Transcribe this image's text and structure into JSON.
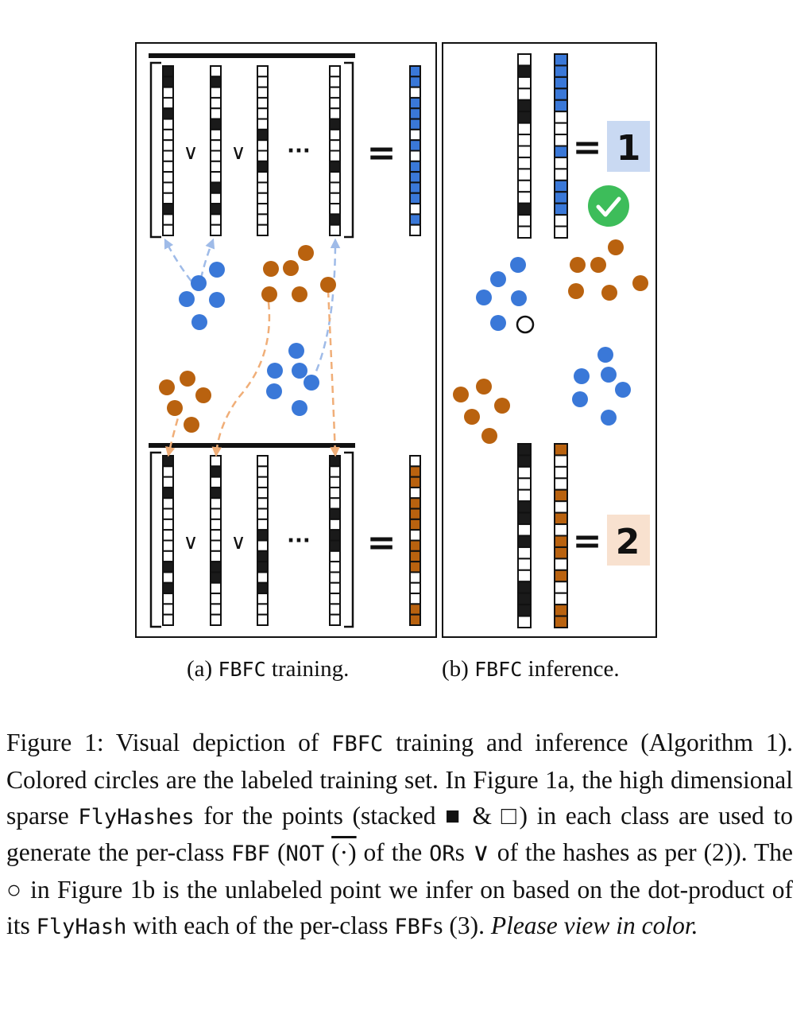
{
  "panel_a": {
    "caption_label": "(a)",
    "caption_code": "FBFC",
    "caption_text": "training.",
    "or_symbol": "∨",
    "ellipsis": "···",
    "equals": "=",
    "filter_fill": "#1a1a1a",
    "dot_class1_color": "#3a78d8",
    "dot_class2_color": "#b9620f",
    "class1_row_color": "#3a78d8",
    "class2_row_color": "#b9620f"
  },
  "panel_b": {
    "caption_label": "(b)",
    "caption_code": "FBFC",
    "caption_text": "inference.",
    "equals": "=",
    "score_class1": "1",
    "score_class2": "2",
    "score1_bg": "#c9d9f2",
    "score2_bg": "#f8e1cf",
    "check_color": "#3dbd5a",
    "check_icon": "check-circle-icon"
  },
  "caption": {
    "p1": "Figure 1: Visual depiction of ",
    "c1": "FBFC",
    "p2": " training and inference (Algorithm 1). Colored circles are the labeled training set. In Figure 1a, the high dimensional sparse ",
    "c2": "FlyHashes",
    "p3": " for the points (stacked ■ & □) in each class are used to generate the per-class ",
    "c3": "FBF",
    "p4": " (",
    "c4": "NOT",
    "p5": " ",
    "not_arg": "(·)",
    "p6": " of the ",
    "c5": "OR",
    "p7": "s ∨ of the hashes as per (2)). The ○ in Figure 1b is the unlabeled point we infer on based on the dot-product of its ",
    "c6": "FlyHash",
    "p8": " with each of the per-class ",
    "c7": "FBF",
    "p9": "s (3). ",
    "p10": "Please view in color."
  }
}
